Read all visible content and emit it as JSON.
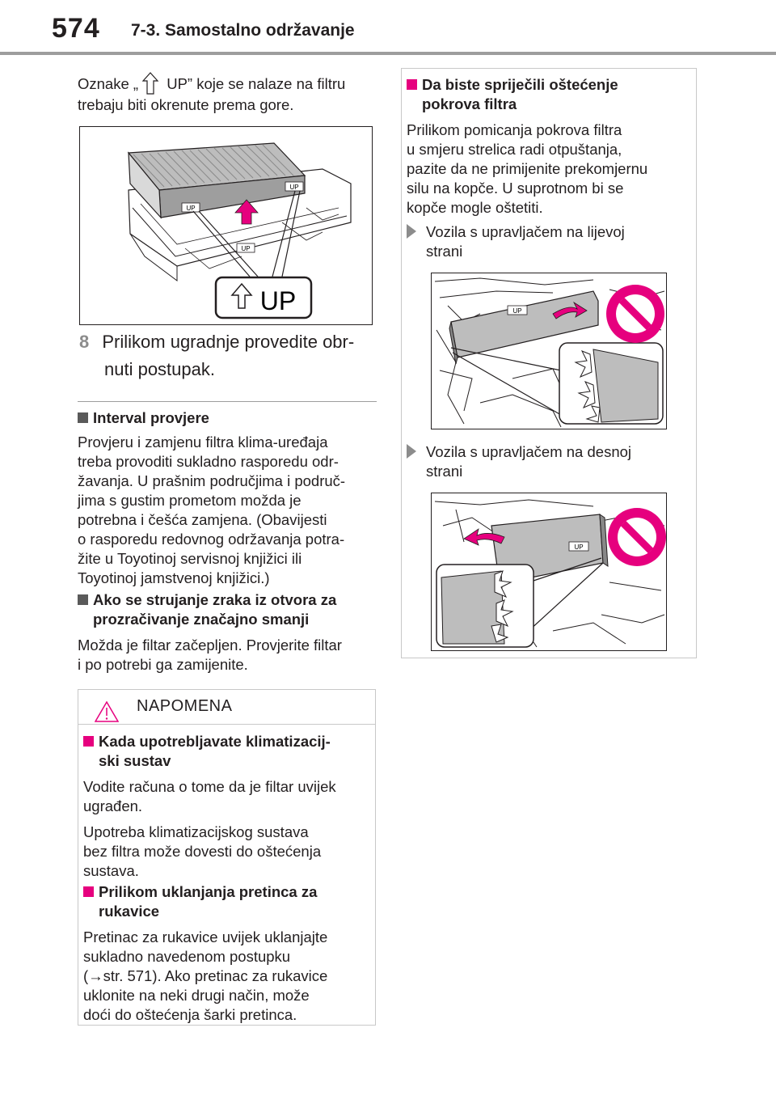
{
  "header": {
    "page_number": "574",
    "section_title": "7-3. Samostalno održavanje"
  },
  "left": {
    "intro_pre": "Oznake „",
    "intro_post": " UP” koje se nalaze na filtru",
    "intro_line2": "trebaju biti okrenute prema gore.",
    "figure1_label": "UP",
    "figure1_tag": "UP",
    "step_number": "8",
    "step_line1": "Prilikom ugradnje provedite obr-",
    "step_line2": "nuti postupak.",
    "interval": {
      "heading": "Interval provjere",
      "lines": [
        "Provjeru i zamjenu filtra klima-uređaja",
        "treba provoditi sukladno rasporedu odr-",
        "žavanja. U prašnim područjima i područ-",
        "jima s gustim prometom možda je",
        "potrebna i češća zamjena. (Obavijesti",
        "o rasporedu redovnog održavanja potra-",
        "žite u Toyotinoj servisnoj knjižici ili",
        "Toyotinoj jamstvenoj knjižici.)"
      ]
    },
    "airflow": {
      "heading_line1": "Ako se strujanje zraka iz otvora za",
      "heading_line2": "prozračivanje značajno smanji",
      "lines": [
        "Možda je filtar začepljen. Provjerite filtar",
        "i po potrebi ga zamijenite."
      ]
    }
  },
  "note": {
    "title": "NAPOMENA",
    "section1": {
      "heading_line1": "Kada upotrebljavate klimatizacij-",
      "heading_line2": "ski sustav",
      "para1": [
        "Vodite računa o tome da je filtar uvijek",
        "ugrađen."
      ],
      "para2": [
        "Upotreba klimatizacijskog sustava",
        "bez filtra može dovesti do oštećenja",
        "sustava."
      ]
    },
    "section2": {
      "heading_line1": "Prilikom uklanjanja pretinca za",
      "heading_line2": "rukavice",
      "lines": [
        "Pretinac za rukavice uvijek uklanjajte",
        "sukladno navedenom postupku",
        "(→str. 571). Ako pretinac za rukavice",
        "uklonite na neki drugi način, može",
        "doći do oštećenja šarki pretinca."
      ]
    }
  },
  "right": {
    "heading_line1": "Da biste spriječili oštećenje",
    "heading_line2": "pokrova filtra",
    "lines": [
      "Prilikom pomicanja pokrova filtra",
      "u smjeru strelica radi otpuštanja,",
      "pazite da ne primijenite prekomjernu",
      "silu na kopče. U suprotnom bi se",
      "kopče mogle oštetiti."
    ],
    "lhd_line1": "Vozila s upravljačem na lijevoj",
    "lhd_line2": "strani",
    "rhd_line1": "Vozila s upravljačem na desnoj",
    "rhd_line2": "strani",
    "figure_tag": "UP"
  },
  "colors": {
    "accent_pink": "#e6007e",
    "text": "#231f20",
    "gray": "#8c8c8c"
  }
}
